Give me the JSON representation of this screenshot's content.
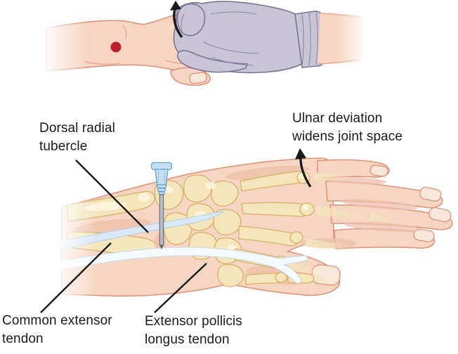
{
  "labels": {
    "dorsal_radial_tubercle": "Dorsal radial\ntubercle",
    "ulnar_deviation": "Ulnar deviation\nwidens joint space",
    "common_extensor_tendon": "Common extensor\ntendon",
    "extensor_pollicis_longus": "Extensor pollicis\nlongus tendon"
  },
  "icons": {
    "traction_arrow": "curved-arrow-up",
    "deviation_arrow": "curved-arrow-up",
    "injection_site_marker": "red-dot",
    "needle": "syringe-needle"
  },
  "colors": {
    "background": "#ffffff",
    "ink": "#1a1a1a",
    "skin": "#f6d6c2",
    "skin_shade": "#eec0ab",
    "skin_outline": "#dd9176",
    "nail": "#f9e8da",
    "glove": "#c9c5d7",
    "glove_outline": "#7b7594",
    "glove_fold": "#8d87a6",
    "bone": "#f4e5bb",
    "bone_outline": "#d8af67",
    "bone_highlight": "#fcf5dc",
    "tendon_blue": "#d9e8f4",
    "tendon_blue_outline": "#b5cfe5",
    "tendon_white": "#f4fafd",
    "tendon_white_outline": "#c6d9e8",
    "needle_hub": "#c4def2",
    "needle_hub_outline": "#649fc9",
    "needle_shaft": "#b9bec6",
    "needle_shaft_outline": "#5a5f66",
    "marker_red": "#bb2129"
  }
}
